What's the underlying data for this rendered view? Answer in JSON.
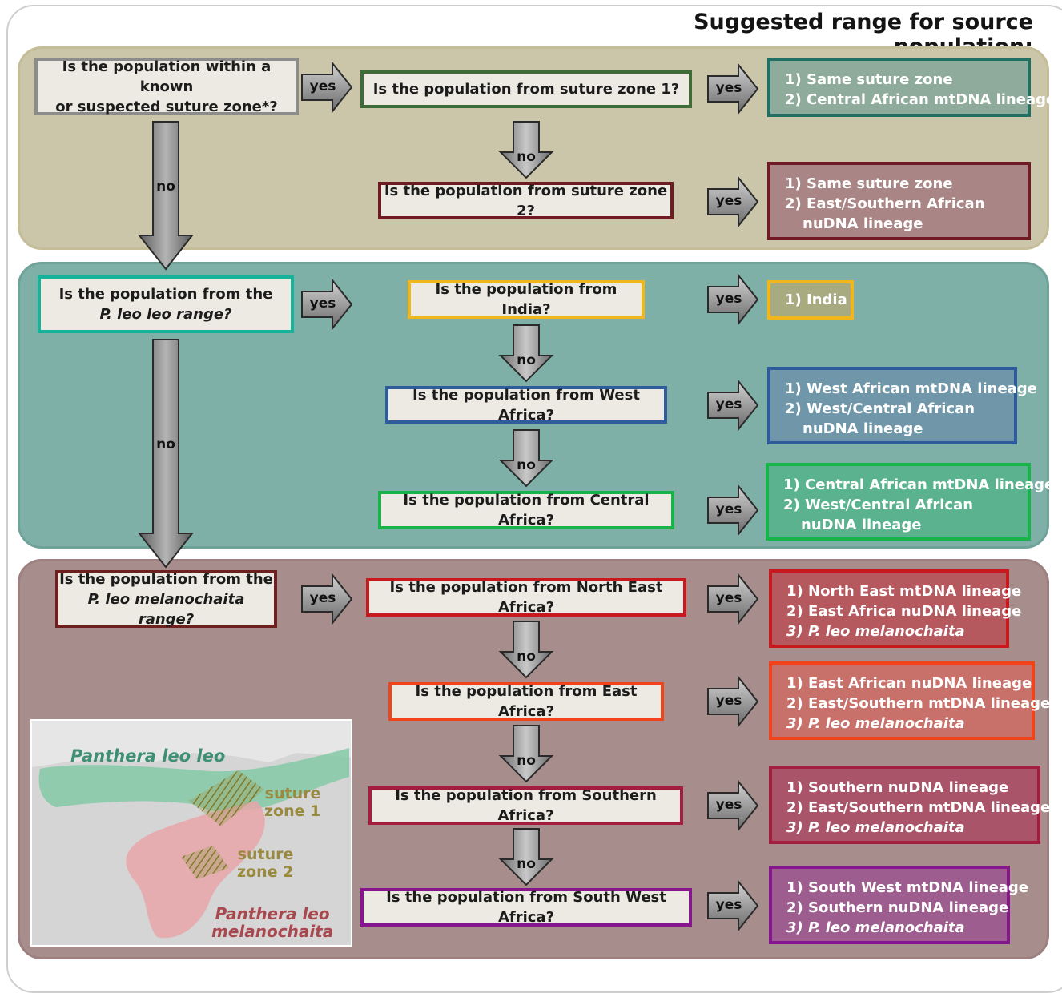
{
  "heading": "Suggested range for source population:",
  "colors": {
    "band_suture": "#cbc6a9",
    "band_leo": "#7fb0a7",
    "band_melanochaita": "#a78d8c"
  },
  "labels": {
    "yes": "yes",
    "no": "no"
  },
  "sections": [
    {
      "entry": {
        "lines": [
          "Is the population within a known",
          "or suspected suture zone*?"
        ]
      },
      "questions": [
        {
          "text": "Is the population from suture zone  1?",
          "border": "#3e6b37",
          "answer": {
            "lines": [
              "1) Same suture zone",
              "2) Central African mtDNA lineage"
            ],
            "fill": "#8fab9b",
            "border": "#1f6f63"
          }
        },
        {
          "text": "Is the population from suture zone 2?",
          "border": "#6e1b22",
          "answer": {
            "lines": [
              "1) Same suture zone",
              "2) East/Southern African",
              "nuDNA lineage"
            ],
            "fill": "#a98585",
            "border": "#6f1a25"
          }
        }
      ]
    },
    {
      "entry": {
        "lines": [
          "Is the population from the",
          "P. leo leo range?"
        ]
      },
      "questions": [
        {
          "text": "Is the population from India?",
          "border": "#f2b61d",
          "answer": {
            "lines": [
              "1) India"
            ],
            "fill": "#a8aa80",
            "border": "#f2b61d"
          }
        },
        {
          "text": "Is the population from West Africa?",
          "border": "#2f5d9c",
          "answer": {
            "lines": [
              "1) West African mtDNA lineage",
              "2) West/Central African",
              "nuDNA lineage"
            ],
            "fill": "#6f97a9",
            "border": "#2c5a9a"
          }
        },
        {
          "text": "Is the population from Central Africa?",
          "border": "#19b24b",
          "answer": {
            "lines": [
              "1) Central African mtDNA lineage",
              "2) West/Central African",
              "nuDNA lineage"
            ],
            "fill": "#5ab28e",
            "border": "#17b44a"
          }
        }
      ]
    },
    {
      "entry": {
        "lines": [
          "Is the population from the",
          "P. leo melanochaita range?"
        ]
      },
      "questions": [
        {
          "text": "Is the population from North East Africa?",
          "border": "#c81a1e",
          "answer": {
            "lines": [
              "1) North East mtDNA lineage",
              "2) East Africa nuDNA lineage",
              "3) P. leo melanochaita"
            ],
            "fill": "#b5595e",
            "border": "#c81a1e"
          }
        },
        {
          "text": "Is the population from East Africa?",
          "border": "#f0431b",
          "answer": {
            "lines": [
              "1) East African nuDNA lineage",
              "2) East/Southern mtDNA lineage",
              "3) P. leo melanochaita"
            ],
            "fill": "#c8706a",
            "border": "#f0431b"
          }
        },
        {
          "text": "Is the population from Southern  Africa?",
          "border": "#a31d3e",
          "answer": {
            "lines": [
              "1) Southern nuDNA lineage",
              "2) East/Southern mtDNA lineage",
              "3) P. leo melanochaita"
            ],
            "fill": "#a95469",
            "border": "#a31d3e"
          }
        },
        {
          "text": "Is the population from South West  Africa?",
          "border": "#86168e",
          "answer": {
            "lines": [
              "1) South West mtDNA lineage",
              "2) Southern nuDNA lineage",
              "3) P. leo melanochaita"
            ],
            "fill": "#9d5d8e",
            "border": "#86168e"
          }
        }
      ]
    }
  ],
  "map": {
    "labels": {
      "leo": "Panthera leo leo",
      "suture1": [
        "suture",
        "zone 1"
      ],
      "suture2": [
        "suture",
        "zone 2"
      ],
      "melanochaita": [
        "Panthera leo",
        "melanochaita"
      ]
    },
    "colors": {
      "leo": "#3f8f75",
      "suture": "#9a8a40",
      "melanochaita": "#a8484f"
    }
  }
}
